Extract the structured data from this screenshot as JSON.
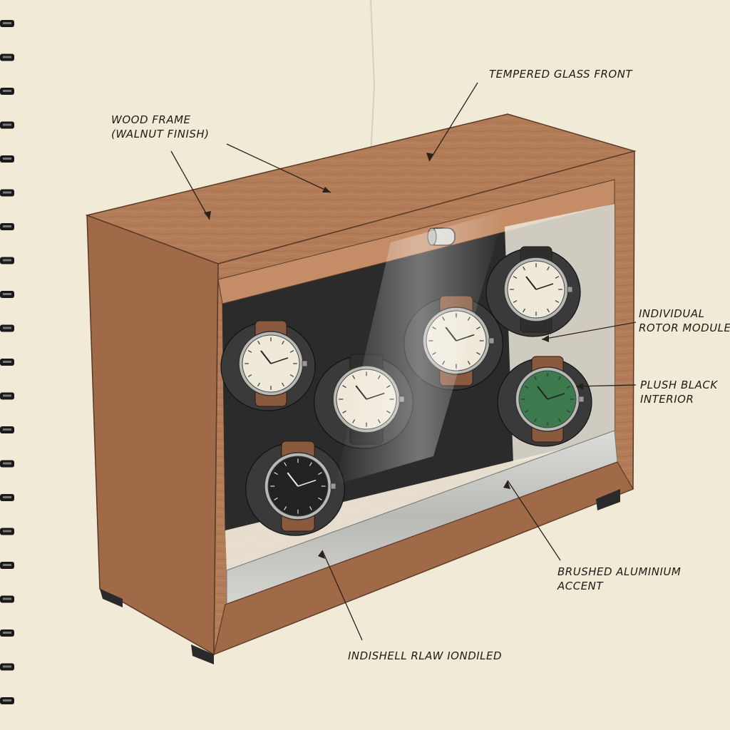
{
  "palette": {
    "paper": "#f1ead7",
    "wood": "#b27c58",
    "wood_dark": "#8d5a3b",
    "wood_light": "#c79272",
    "interior": "#2b2b2b",
    "glass": "#ebe8dd",
    "aluminium": "#c7c7c4",
    "ink": "#1f1a14",
    "strap_brown": "#8a5a3e",
    "dial_cream": "#efe9da",
    "dial_green": "#3c7a4e",
    "dial_black": "#222222"
  },
  "labels": {
    "tempered_glass": "TEMPERED GLASS FRONT",
    "wood_frame_1": "WOOD FRAME",
    "wood_frame_2": "(WALNUT FINISH)",
    "rotor_1": "INDIVIDUAL",
    "rotor_2": "ROTOR MODULES",
    "interior_1": "PLUSH BLACK",
    "interior_2": "INTERIOR",
    "aluminium_1": "BRUSHED ALUMINIUM",
    "aluminium_2": "ACCENT",
    "bottom": "INDISHELL RLAW IONDILED"
  },
  "icons": {
    "binding": "spiral-binding-icon",
    "watch": "watch-icon",
    "knob": "knob-icon"
  }
}
